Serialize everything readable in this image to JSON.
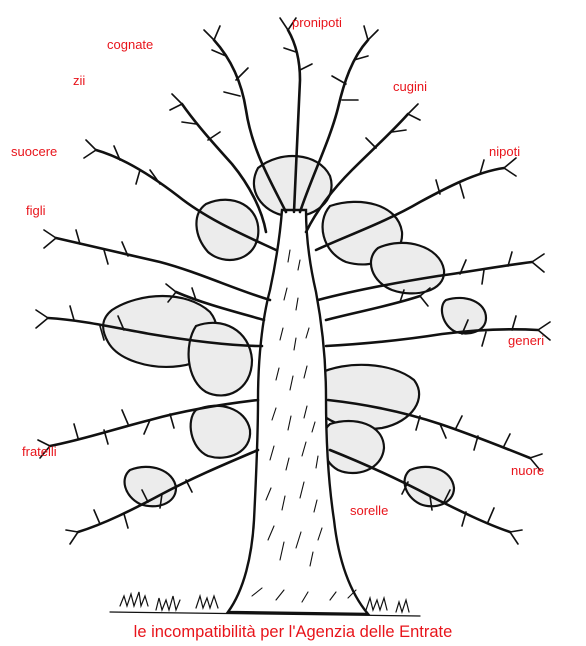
{
  "labels": {
    "pronipoti": "pronipoti",
    "cognate": "cognate",
    "zii": "zii",
    "cugini": "cugini",
    "suocere": "suocere",
    "nipoti": "nipoti",
    "figli": "figli",
    "generi": "generi",
    "fratelli": "fratelli",
    "nuore": "nuore",
    "sorelle": "sorelle"
  },
  "caption": "le incompatibilità per l'Agenzia delle Entrate",
  "colors": {
    "label_red": "#e8141b",
    "ink": "#111111",
    "leaf_gap": "#ececec",
    "background": "#ffffff"
  },
  "illustration": {
    "subject": "tree-icon"
  }
}
